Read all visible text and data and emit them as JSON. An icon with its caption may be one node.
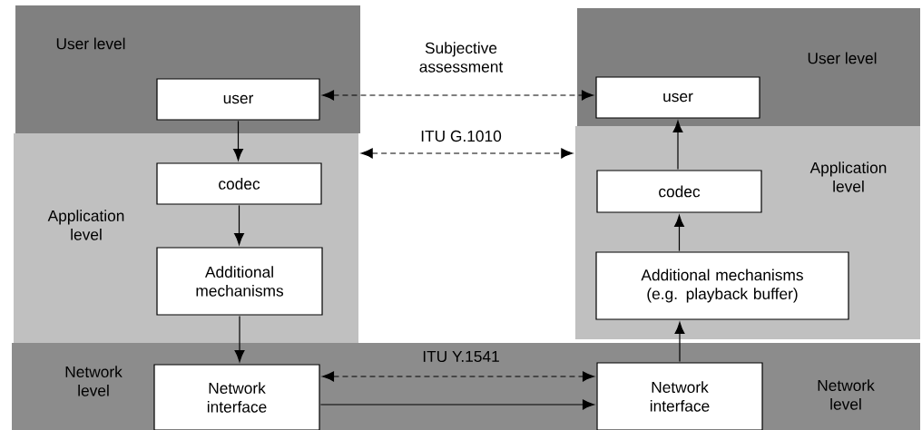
{
  "diagram": {
    "nodes": [
      {
        "text": [
          "User level"
        ]
      },
      {
        "text": [
          "user"
        ],
        "in": 0
      },
      {
        "text": [
          "Application level"
        ]
      },
      {
        "text": [
          "codec"
        ],
        "in": 2
      },
      {
        "text": [
          "Additional mechanisms"
        ],
        "in": 2
      },
      {
        "text": [
          "User level"
        ]
      },
      {
        "text": [
          "user"
        ],
        "in": 5
      },
      {
        "text": [
          "Application level"
        ]
      },
      {
        "text": [
          "codec"
        ],
        "in": 7
      },
      {
        "text": [
          "Additional mechanisms (e.g. playback buffer)"
        ],
        "in": 7
      },
      {
        "text": [
          "Network level",
          "Network level"
        ]
      },
      {
        "text": [
          "Network interface"
        ],
        "in": 10
      },
      {
        "text": [
          "Network interface"
        ],
        "in": 10
      }
    ],
    "edges": [
      {
        "from": 1,
        "to": 3,
        "arrow": "to"
      },
      {
        "from": 3,
        "to": 4,
        "arrow": "to"
      },
      {
        "from": 4,
        "to": 11,
        "arrow": "to"
      },
      {
        "from": 1,
        "to": 6,
        "arrow": "both",
        "style": "dashed",
        "label": "Subjective assessment"
      },
      {
        "from": 2,
        "to": 7,
        "arrow": "both",
        "style": "dashed",
        "label": "ITU G.1010"
      },
      {
        "from": 11,
        "to": 12,
        "arrow": "both",
        "style": "dashed",
        "label": "ITU Y.1541"
      },
      {
        "from": 11,
        "to": 12,
        "arrow": "to"
      },
      {
        "from": 12,
        "to": 9,
        "arrow": "to"
      },
      {
        "from": 9,
        "to": 8,
        "arrow": "to"
      },
      {
        "from": 8,
        "to": 6,
        "arrow": "to"
      }
    ]
  }
}
